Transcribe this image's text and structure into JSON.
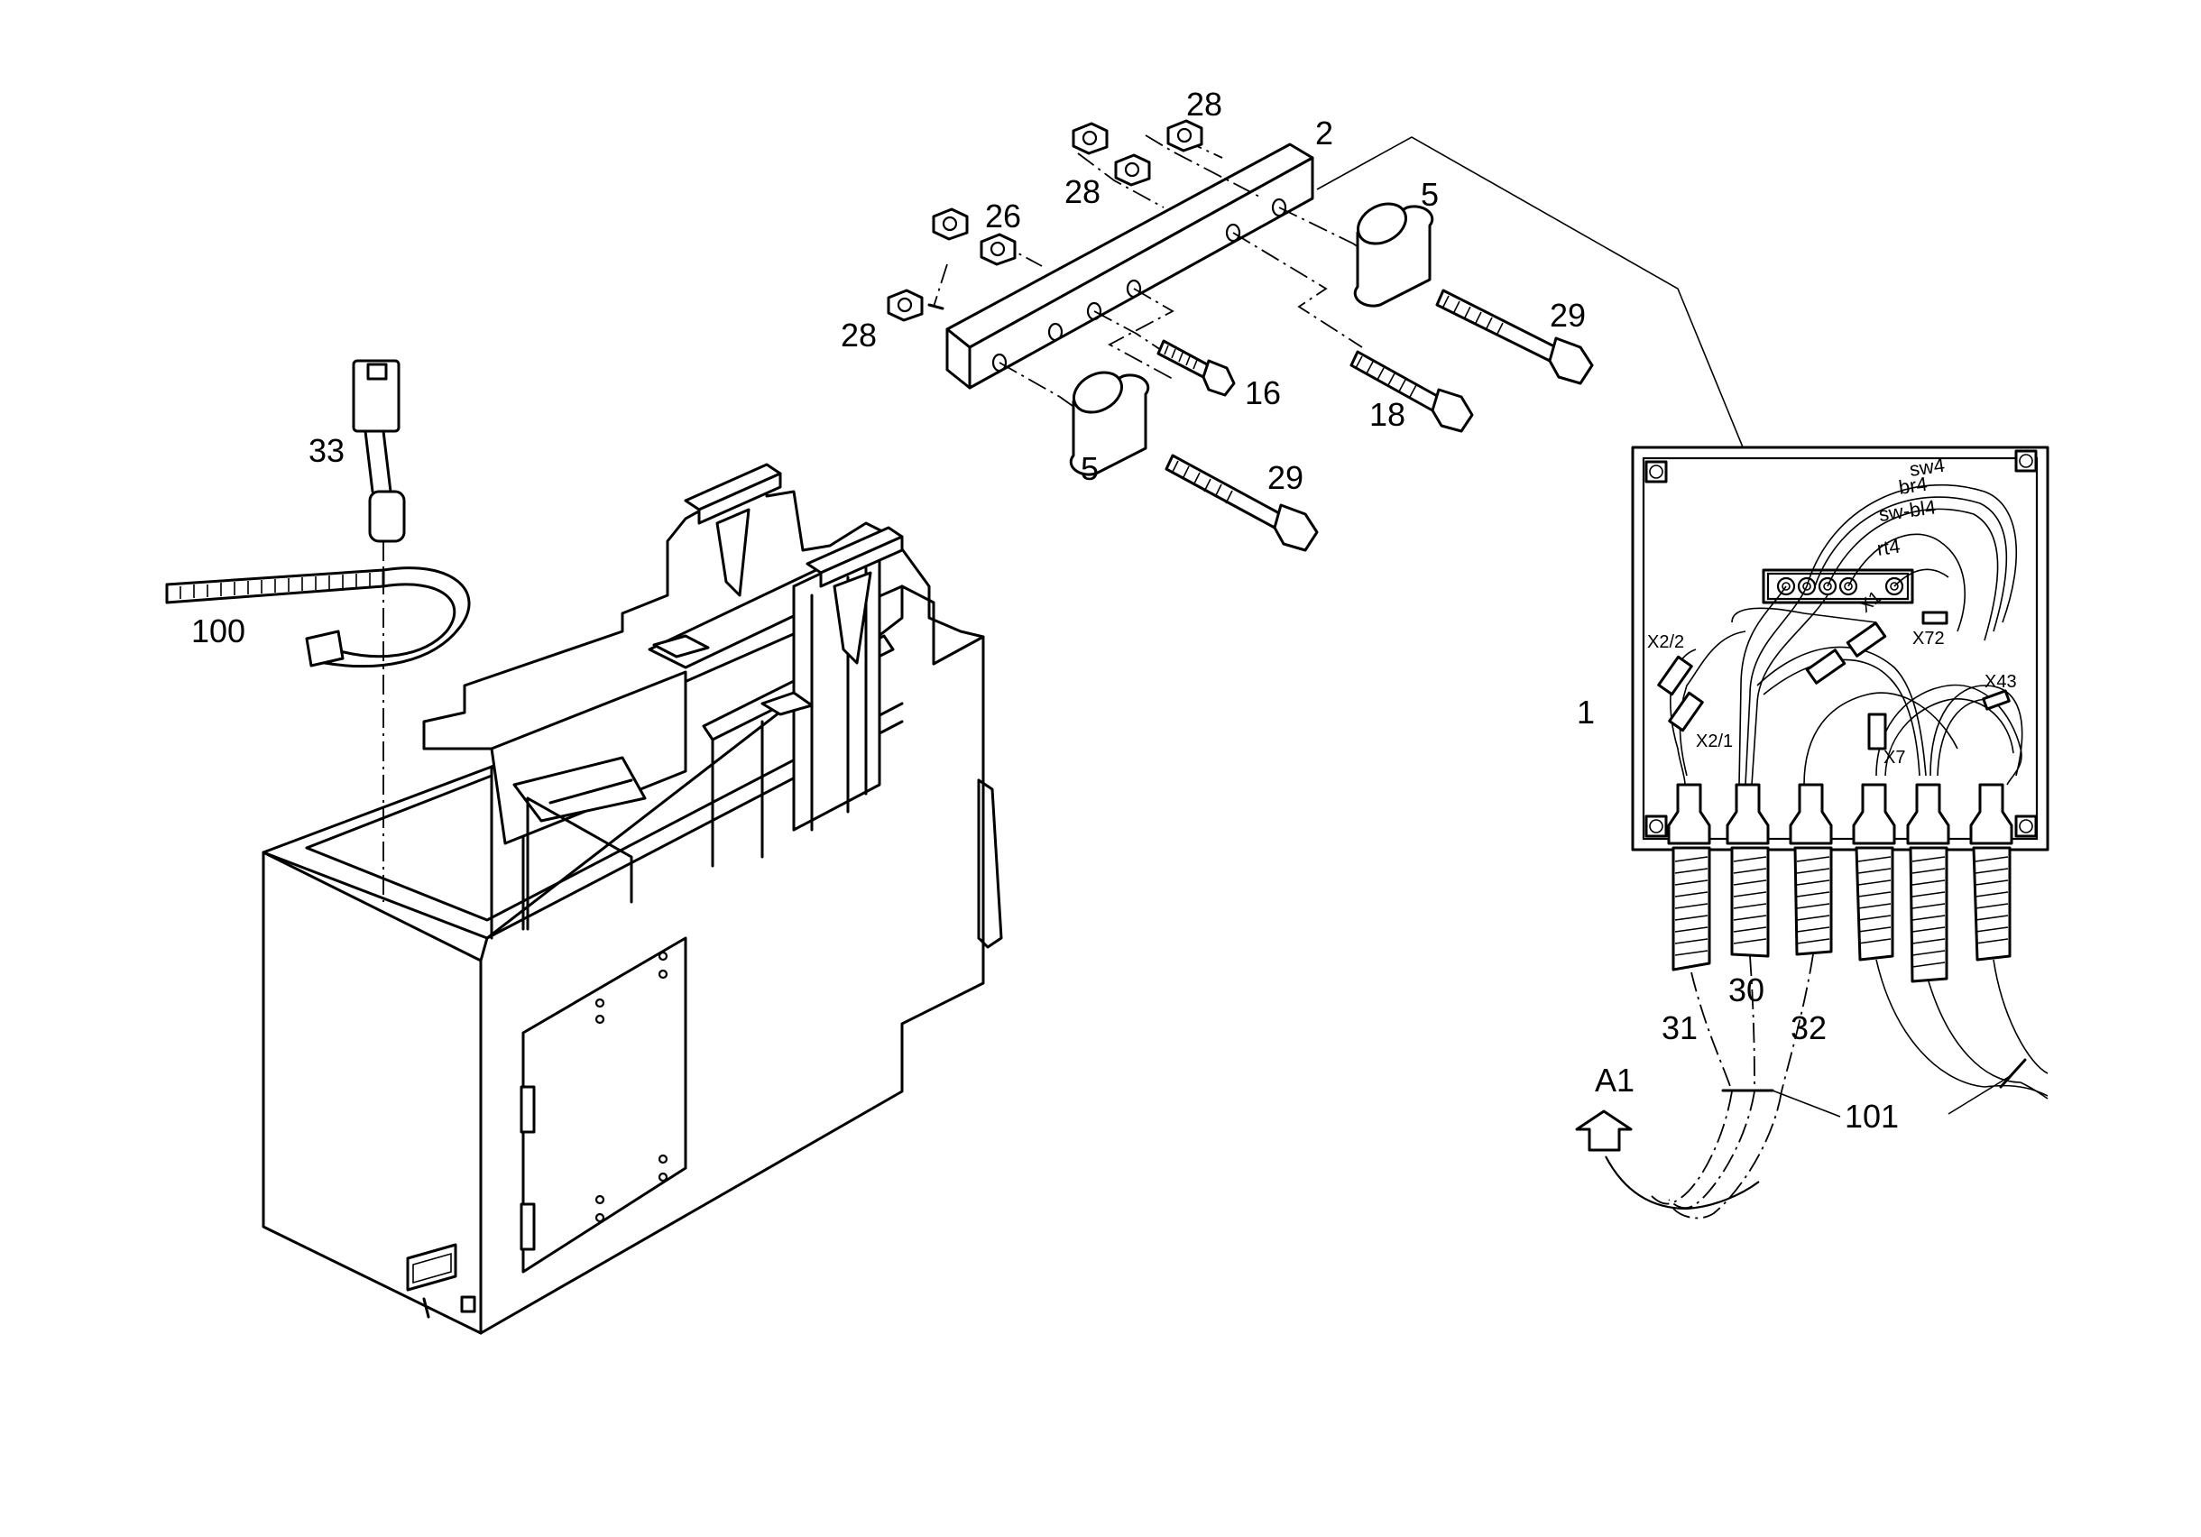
{
  "callouts": {
    "c1": "1",
    "c2": "2",
    "c5a": "5",
    "c5b": "5",
    "c16": "16",
    "c18": "18",
    "c26": "26",
    "c28a": "28",
    "c28b": "28",
    "c28c": "28",
    "c29a": "29",
    "c29b": "29",
    "c30": "30",
    "c31": "31",
    "c32": "32",
    "c33": "33",
    "c100": "100",
    "c101": "101",
    "a1": "A1"
  },
  "wires": {
    "sw4": "sw4",
    "br4": "br4",
    "swbl4": "sw-bl4",
    "rt4": "rt4"
  },
  "connectors": {
    "x22": "X2/2",
    "x21": "X2/1",
    "x1": "X1",
    "x72": "X72",
    "x43": "X43",
    "x7": "X7"
  }
}
